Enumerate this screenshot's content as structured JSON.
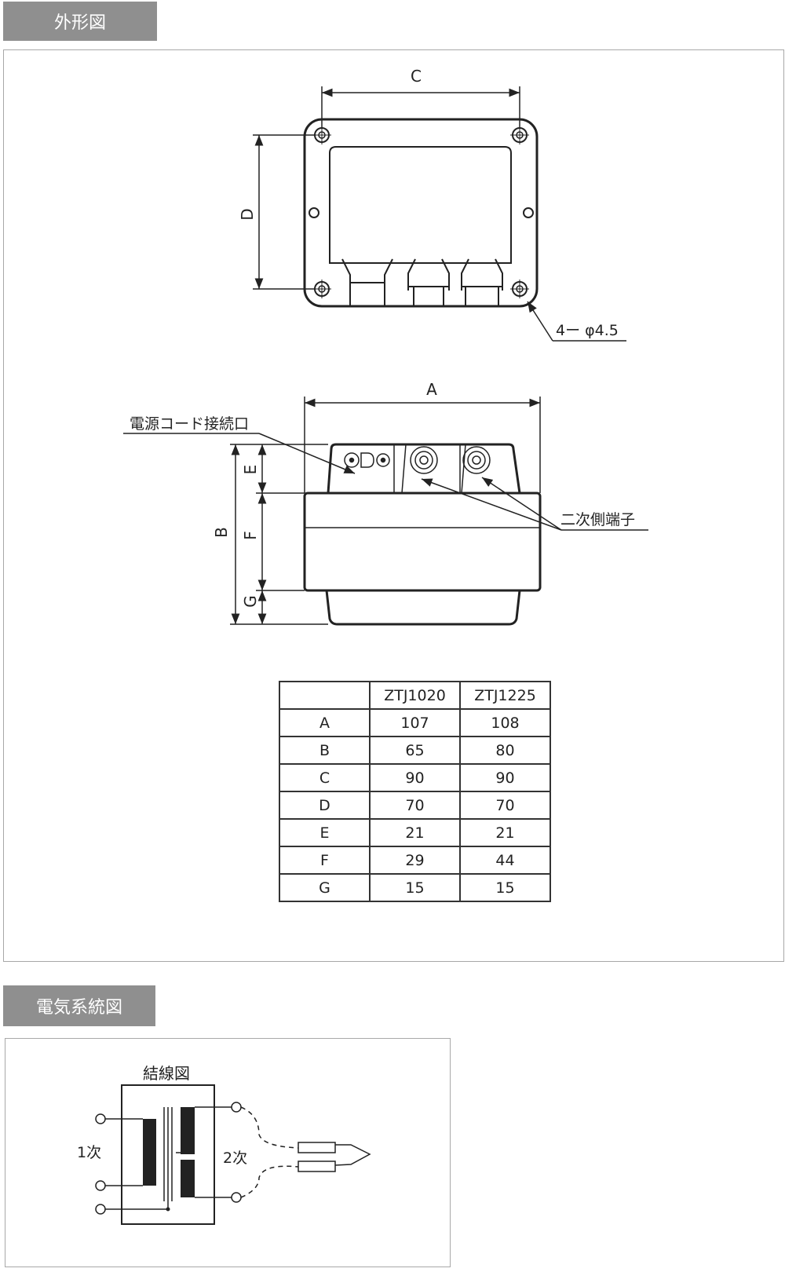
{
  "sections": {
    "outline_title": "外形図",
    "electrical_title": "電気系統図"
  },
  "drawing": {
    "label_c": "C",
    "label_d": "D",
    "hole_spec": "4ー φ4.5",
    "label_a": "A",
    "label_b": "B",
    "label_e": "E",
    "label_f": "F",
    "label_g": "G",
    "power_cord_inlet": "電源コード接続口",
    "secondary_terminal": "二次側端子"
  },
  "table": {
    "headers": [
      "",
      "ZTJ1020",
      "ZTJ1225"
    ],
    "rows": [
      [
        "A",
        "107",
        "108"
      ],
      [
        "B",
        "65",
        "80"
      ],
      [
        "C",
        "90",
        "90"
      ],
      [
        "D",
        "70",
        "70"
      ],
      [
        "E",
        "21",
        "21"
      ],
      [
        "F",
        "29",
        "44"
      ],
      [
        "G",
        "15",
        "15"
      ]
    ]
  },
  "wiring": {
    "title": "結線図",
    "primary": "1次",
    "secondary": "2次"
  }
}
